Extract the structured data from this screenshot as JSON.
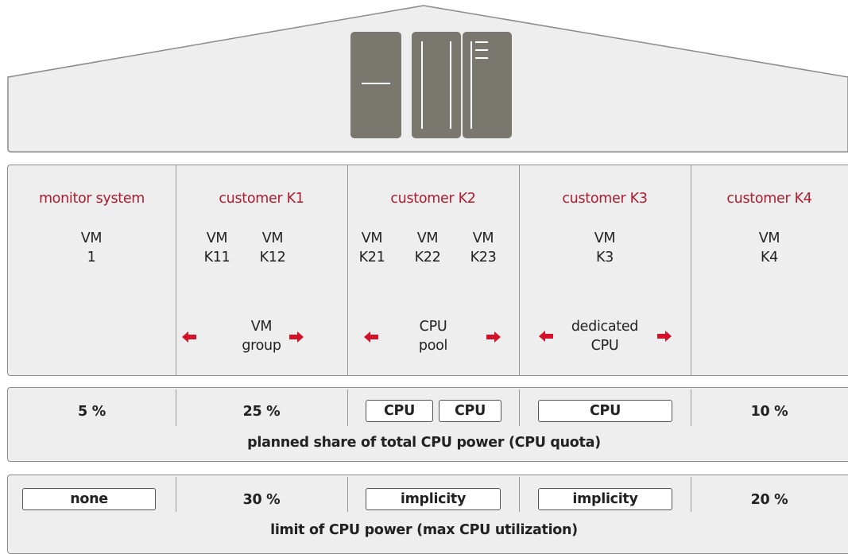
{
  "columns": [
    {
      "title": "monitor system",
      "vms": [
        {
          "line1": "VM",
          "line2": "1"
        }
      ],
      "grouping": ""
    },
    {
      "title": "customer K1",
      "vms": [
        {
          "line1": "VM",
          "line2": "K11"
        },
        {
          "line1": "VM",
          "line2": "K12"
        }
      ],
      "grouping": "VM\ngroup"
    },
    {
      "title": "customer K2",
      "vms": [
        {
          "line1": "VM",
          "line2": "K21"
        },
        {
          "line1": "VM",
          "line2": "K22"
        },
        {
          "line1": "VM",
          "line2": "K23"
        }
      ],
      "grouping": "CPU\npool"
    },
    {
      "title": "customer K3",
      "vms": [
        {
          "line1": "VM",
          "line2": "K3"
        }
      ],
      "grouping": "dedicated\nCPU"
    },
    {
      "title": "customer K4",
      "vms": [
        {
          "line1": "VM",
          "line2": "K4"
        }
      ],
      "grouping": ""
    }
  ],
  "quota": {
    "caption": "planned share of total CPU power (CPU quota)",
    "values": [
      "5 %",
      "25 %",
      "CPU",
      "CPU",
      "CPU",
      "10 %"
    ]
  },
  "limit": {
    "caption": "limit of CPU power (max CPU utilization)",
    "values": [
      "none",
      "30 %",
      "implicity",
      "implicity",
      "20 %"
    ]
  },
  "colors": {
    "accent": "#b01b2e",
    "panel": "#eeeeee",
    "server": "#7a776f"
  }
}
